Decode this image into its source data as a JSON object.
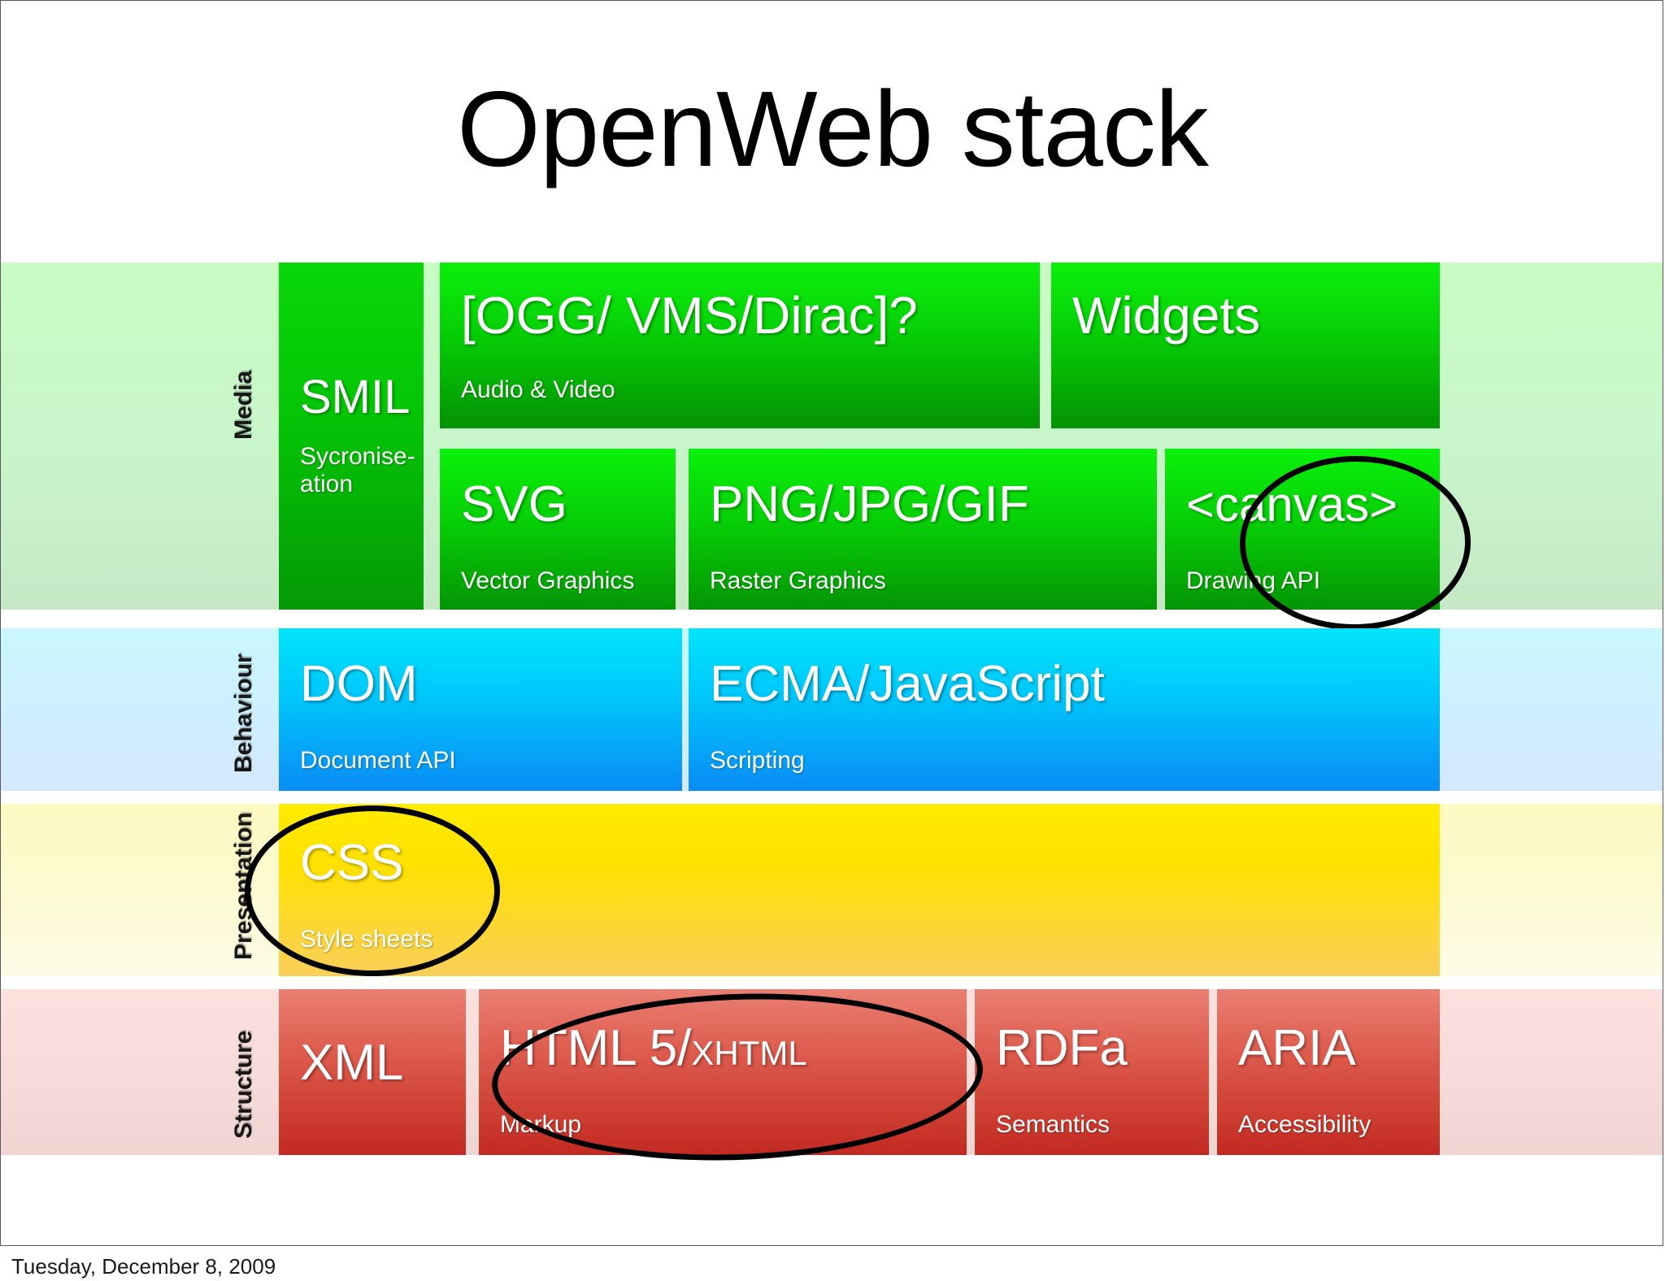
{
  "slide": {
    "title": "OpenWeb stack",
    "footer_date": "Tuesday, December 8, 2009"
  },
  "rows": [
    {
      "label": "Media",
      "accent": "#04a005",
      "band_color": "#c8fcc4",
      "tiles": [
        {
          "name": "SMIL",
          "subtitle": "Sycronise-\nation"
        },
        {
          "name": "[OGG/ VMS/Dirac]?",
          "subtitle": "Audio & Video"
        },
        {
          "name": "Widgets",
          "subtitle": ""
        },
        {
          "name": "SVG",
          "subtitle": "Vector Graphics"
        },
        {
          "name": "PNG/JPG/GIF",
          "subtitle": "Raster Graphics"
        },
        {
          "name": "<canvas>",
          "subtitle": "Drawing API"
        }
      ]
    },
    {
      "label": "Behaviour",
      "accent": "#0a8cf6",
      "band_color": "#c9f7fe",
      "tiles": [
        {
          "name": "DOM",
          "subtitle": "Document API"
        },
        {
          "name": "ECMA/JavaScript",
          "subtitle": "Scripting"
        }
      ]
    },
    {
      "label": "Presentation",
      "accent": "#ffe100",
      "band_color": "#fdf9c0",
      "tiles": [
        {
          "name": "CSS",
          "subtitle": "Style sheets"
        }
      ]
    },
    {
      "label": "Structure",
      "accent": "#c22a21",
      "band_color": "#fbe0dd",
      "tiles": [
        {
          "name": "XML",
          "subtitle": ""
        },
        {
          "name": "HTML 5/",
          "name_small": "XHTML",
          "subtitle": "Markup"
        },
        {
          "name": "RDFa",
          "subtitle": "Semantics"
        },
        {
          "name": "ARIA",
          "subtitle": "Accessibility"
        }
      ]
    }
  ],
  "annotations": [
    {
      "target": "canvas-tile",
      "shape": "ellipse"
    },
    {
      "target": "css-tile",
      "shape": "ellipse"
    },
    {
      "target": "html5-tile",
      "shape": "ellipse"
    }
  ]
}
